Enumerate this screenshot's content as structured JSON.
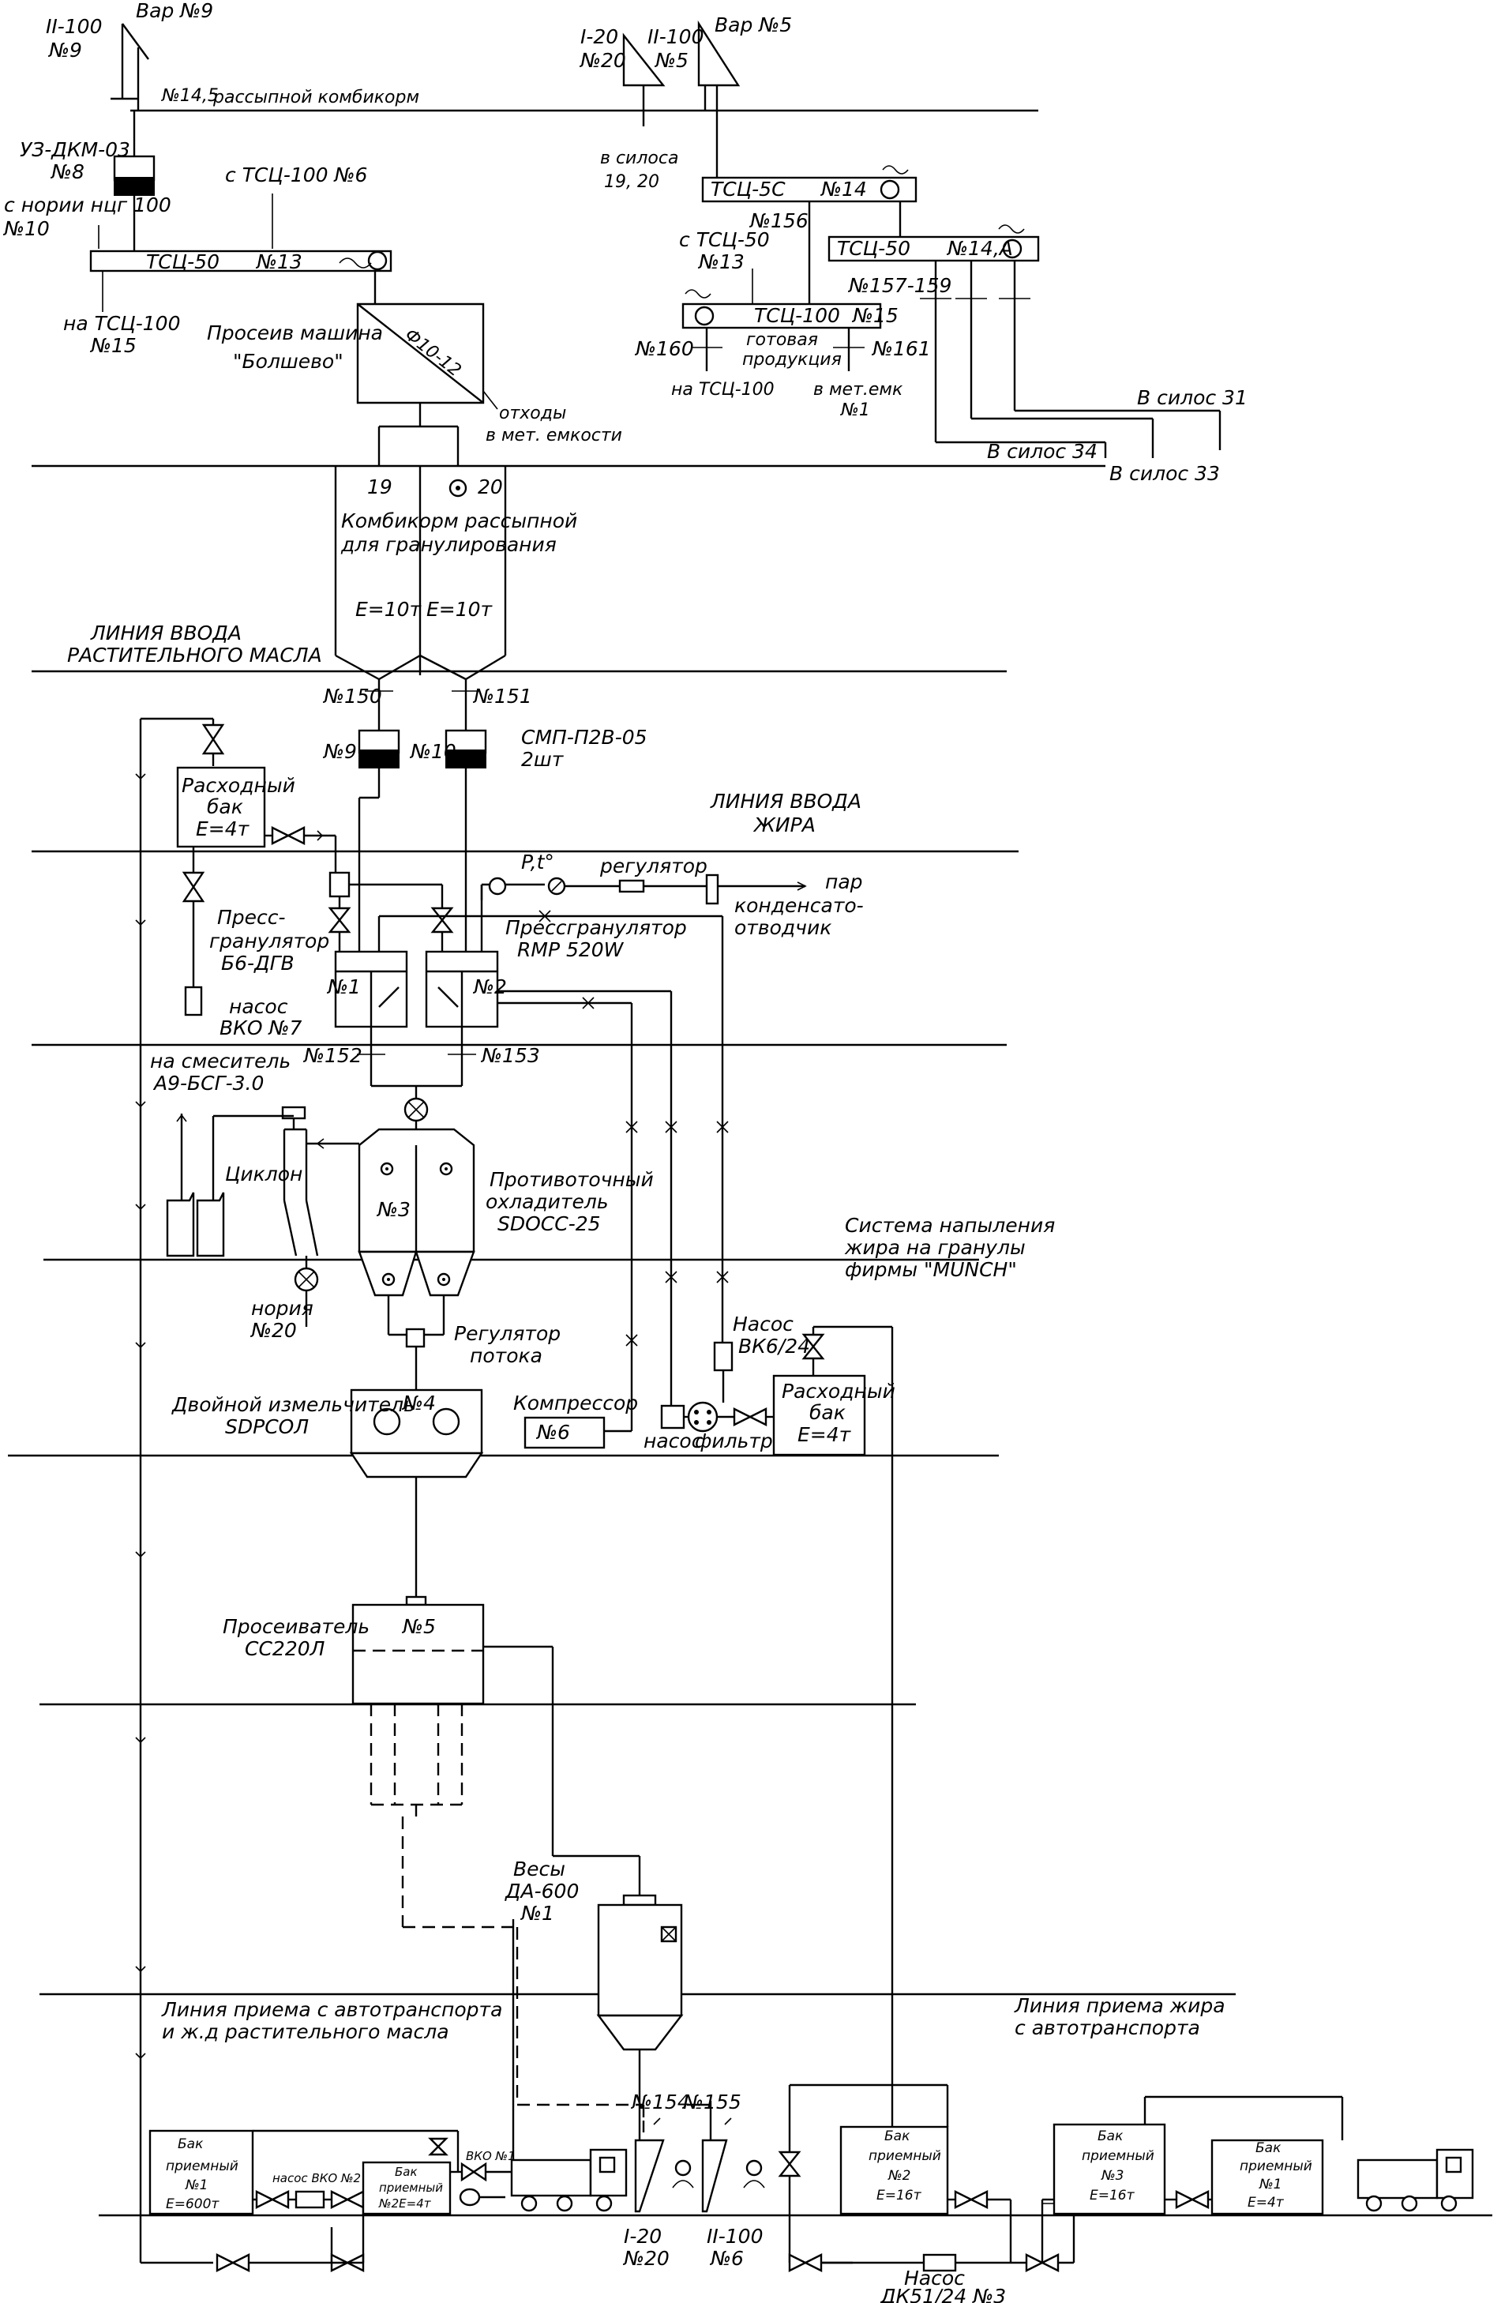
{
  "elevators": {
    "n9_type": "II-100",
    "n9_num": "№9",
    "n9_var": "Вар №9",
    "n20_type": "I-20",
    "n20_num": "№20",
    "n5_type": "II-100",
    "n5_num": "№5",
    "n5_var": "Вар №5",
    "n14_5": "№14,5",
    "loose_feed": "рассыпной комбикорм",
    "to_silos": "в силоса",
    "to_silos_nums": "19, 20"
  },
  "upper_left": {
    "uz_dkm": "УЗ-ДКМ-03",
    "uz_num": "№8",
    "from_tsts": "с ТСЦ-100 №6",
    "from_noria": "с нории нцг 100",
    "from_noria_num": "№10",
    "conveyor": "ТСЦ-50",
    "conveyor_num": "№13",
    "to_tsts": "на ТСЦ-100",
    "to_tsts_num": "№15",
    "sifter": "Просеив машина",
    "sifter_name": "\"Болшево\"",
    "sifter_code": "Ф10-12",
    "waste": "отходы",
    "waste_dest": "в мет. емкости"
  },
  "upper_right": {
    "tsts5c": "ТСЦ-5С",
    "tsts5c_num": "№14",
    "n156": "№156",
    "tsts50": "ТСЦ-50",
    "tsts50_num": "№14,А",
    "from_tsts50": "с ТСЦ-50",
    "from_tsts50_num": "№13",
    "n157": "№157-159",
    "tsts100": "ТСЦ-100",
    "tsts100_num": "№15",
    "n160": "№160",
    "n161": "№161",
    "ready1": "готовая",
    "ready2": "продукция",
    "to_tsts100": "на ТСЦ-100",
    "to_tank1": "в мет.емк",
    "to_tank2": "№1",
    "silo31": "В силос 31",
    "silo34": "В силос 34",
    "silo33": "В силос 33"
  },
  "bins": {
    "b19": "19",
    "b20": "20",
    "title1": "Комбикорм рассыпной",
    "title2": "для гранулирования",
    "cap1": "E=10т",
    "cap2": "E=10т",
    "n150": "№150",
    "n151": "№151",
    "smp9": "№9",
    "smp10": "№10",
    "smp": "СМП-П2В-05",
    "smp_qty": "2шт"
  },
  "oil_line": {
    "l1": "ЛИНИЯ ВВОДА",
    "l2": "РАСТИТЕЛЬНОГО МАСЛА"
  },
  "fat_line": {
    "l1": "ЛИНИЯ ВВОДА",
    "l2": "ЖИРА"
  },
  "tank_top": {
    "l1": "Расходный",
    "l2": "бак",
    "cap": "E=4т"
  },
  "steam": {
    "pt": "P,t°",
    "reg": "регулятор",
    "steam": "пар",
    "cond1": "конденсато-",
    "cond2": "отводчик"
  },
  "press": {
    "p1a": "Пресс-",
    "p1b": "гранулятор",
    "p1c": "Б6-ДГВ",
    "p2a": "Прессгранулятор",
    "p2b": "RMP 520W",
    "n1": "№1",
    "n2": "№2",
    "pump1": "насос",
    "pump2": "ВКО  №7",
    "n152": "№152",
    "n153": "№153",
    "to_mixer": "на смеситель",
    "mixer": "А9-БСГ-3.0"
  },
  "cooler": {
    "cyclone": "Циклон",
    "n3": "№3",
    "c1": "Противоточный",
    "c2": "охладитель",
    "c3": "SDOCC-25",
    "noria": "нория",
    "noria_num": "№20",
    "reg1": "Регулятор",
    "reg2": "потока"
  },
  "munch": {
    "l1": "Система напыления",
    "l2": "жира на гранулы",
    "l3": "фирмы \"MUNCH\""
  },
  "crusher": {
    "c1": "Двойной измельчитель",
    "c2": "SDPCOЛ",
    "n4": "№4",
    "comp": "Компрессор",
    "n6": "№6",
    "pump": "насос",
    "filter": "фильтр",
    "bk1": "Насос",
    "bk2": "ВК6/24",
    "tank1": "Расходный",
    "tank2": "бак",
    "tank_cap": "E=4т"
  },
  "screen": {
    "s1": "Просеиватель",
    "s2": "СС220Л",
    "n5": "№5"
  },
  "scales": {
    "s1": "Весы",
    "s2": "ДА-600",
    "s3": "№1"
  },
  "bottom": {
    "left1": "Линия приема с автотранспорта",
    "left2": "и ж.д растительного масла",
    "right1": "Линия приема жира",
    "right2": "с автотранспорта",
    "n154": "№154",
    "n155": "№155",
    "bak1a": "Бак",
    "bak1b": "приемный",
    "bak1c": "№1",
    "bak1d": "E=600т",
    "pumpvko2": "насос ВКО №2",
    "bak2a": "Бак",
    "bak2b": "приемный",
    "bak2c": "№2E=4т",
    "vko1": "ВКО №1",
    "e_i20": "I-20",
    "e_i20n": "№20",
    "e_ii100": "II-100",
    "e_ii100n": "№6",
    "tk2a": "Бак",
    "tk2b": "приемный",
    "tk2c": "№2",
    "tk2d": "E=16т",
    "tk3a": "Бак",
    "tk3b": "приемный",
    "tk3c": "№3",
    "tk3d": "E=16т",
    "tk4a": "Бак",
    "tk4b": "приемный",
    "tk4c": "№1",
    "tk4d": "E=4т",
    "dk1": "Насос",
    "dk2": "ДК51/24  №3"
  }
}
